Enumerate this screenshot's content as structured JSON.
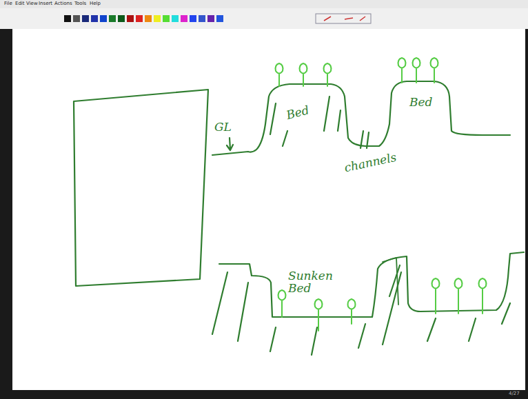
{
  "diagram": {
    "labels": [
      "File",
      "Edit",
      "View",
      "Insert",
      "Actions",
      "Tools",
      "Help",
      "GL",
      "Bed",
      "Bed",
      "channels",
      "Sunken Bed",
      "4/27"
    ]
  }
}
